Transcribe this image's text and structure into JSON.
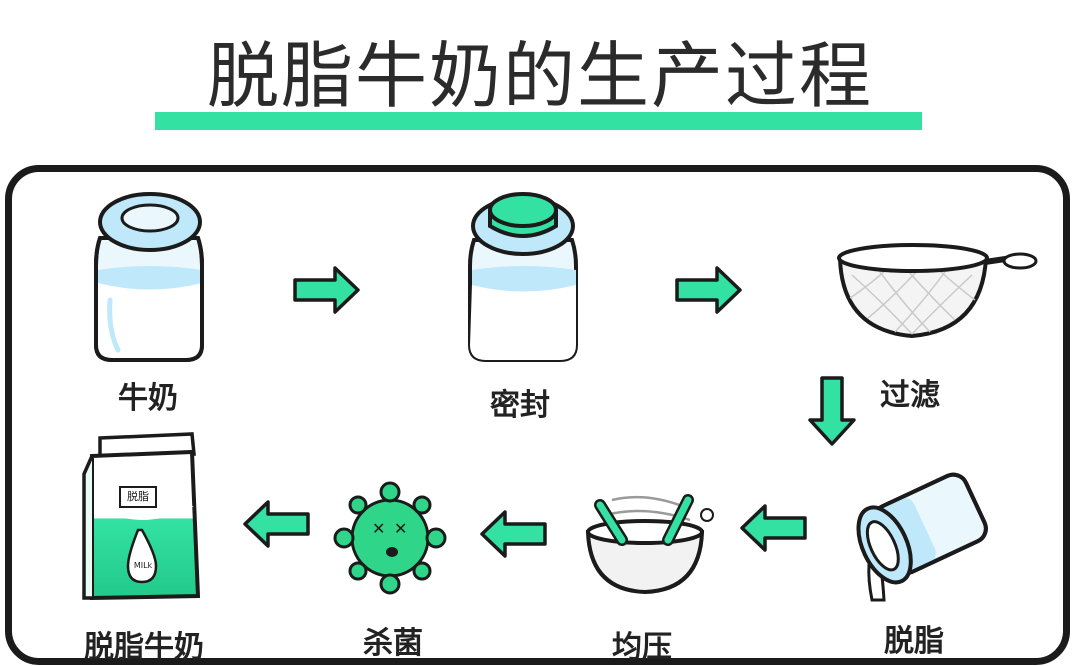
{
  "title": "脱脂牛奶的生产过程",
  "steps": [
    {
      "label": "牛奶"
    },
    {
      "label": "密封"
    },
    {
      "label": "过滤"
    },
    {
      "label": "脱脂"
    },
    {
      "label": "均压"
    },
    {
      "label": "杀菌"
    },
    {
      "label": "脱脂牛奶"
    }
  ],
  "carton": {
    "tag": "脱脂",
    "drop_text": "MILk"
  },
  "colors": {
    "accent": "#33e2a2",
    "outline": "#1b1b1b",
    "jar_blue": "#bfe9fb",
    "virus": "#2fd68a"
  }
}
